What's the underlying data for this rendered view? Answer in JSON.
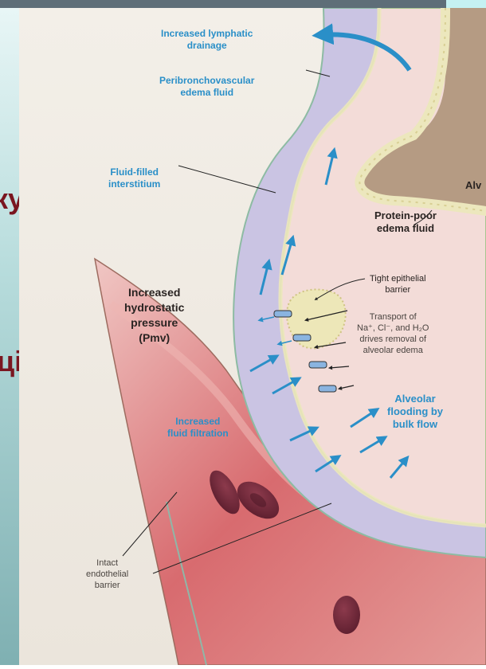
{
  "slide_side_text": [
    "ку",
    "ці"
  ],
  "labels": {
    "lymphatic": [
      "Increased lymphatic",
      "drainage"
    ],
    "peribronchovascular": [
      "Peribronchovascular",
      "edema fluid"
    ],
    "fluid_filled": [
      "Fluid-filled",
      "interstitium"
    ],
    "alveolar_cut": "Alv",
    "protein_poor": [
      "Protein-poor",
      "edema fluid"
    ],
    "tight_epithelial": [
      "Tight epithelial",
      "barrier"
    ],
    "transport": [
      "Transport of",
      "Na⁺, Cl⁻, and H₂O",
      "drives removal of",
      "alveolar edema"
    ],
    "hydrostatic": [
      "Increased",
      "hydrostatic",
      "pressure",
      "(Pmv)"
    ],
    "fluid_filtration": [
      "Increased",
      "fluid filtration"
    ],
    "alveolar_flooding": [
      "Alveolar",
      "flooding by",
      "bulk flow"
    ],
    "endothelial": [
      "Intact",
      "endothelial",
      "barrier"
    ]
  },
  "colors": {
    "interstitium": "#c9c3e2",
    "alveolus": "#f3dcd8",
    "airspace": "#b59b83",
    "vessel": "#d35b62",
    "epithelium": "#ece7bd",
    "arrow": "#2a8fc8",
    "label_blue": "#2a8fc8",
    "label_dark": "#2a2422",
    "slide_text": "#7a1620"
  }
}
